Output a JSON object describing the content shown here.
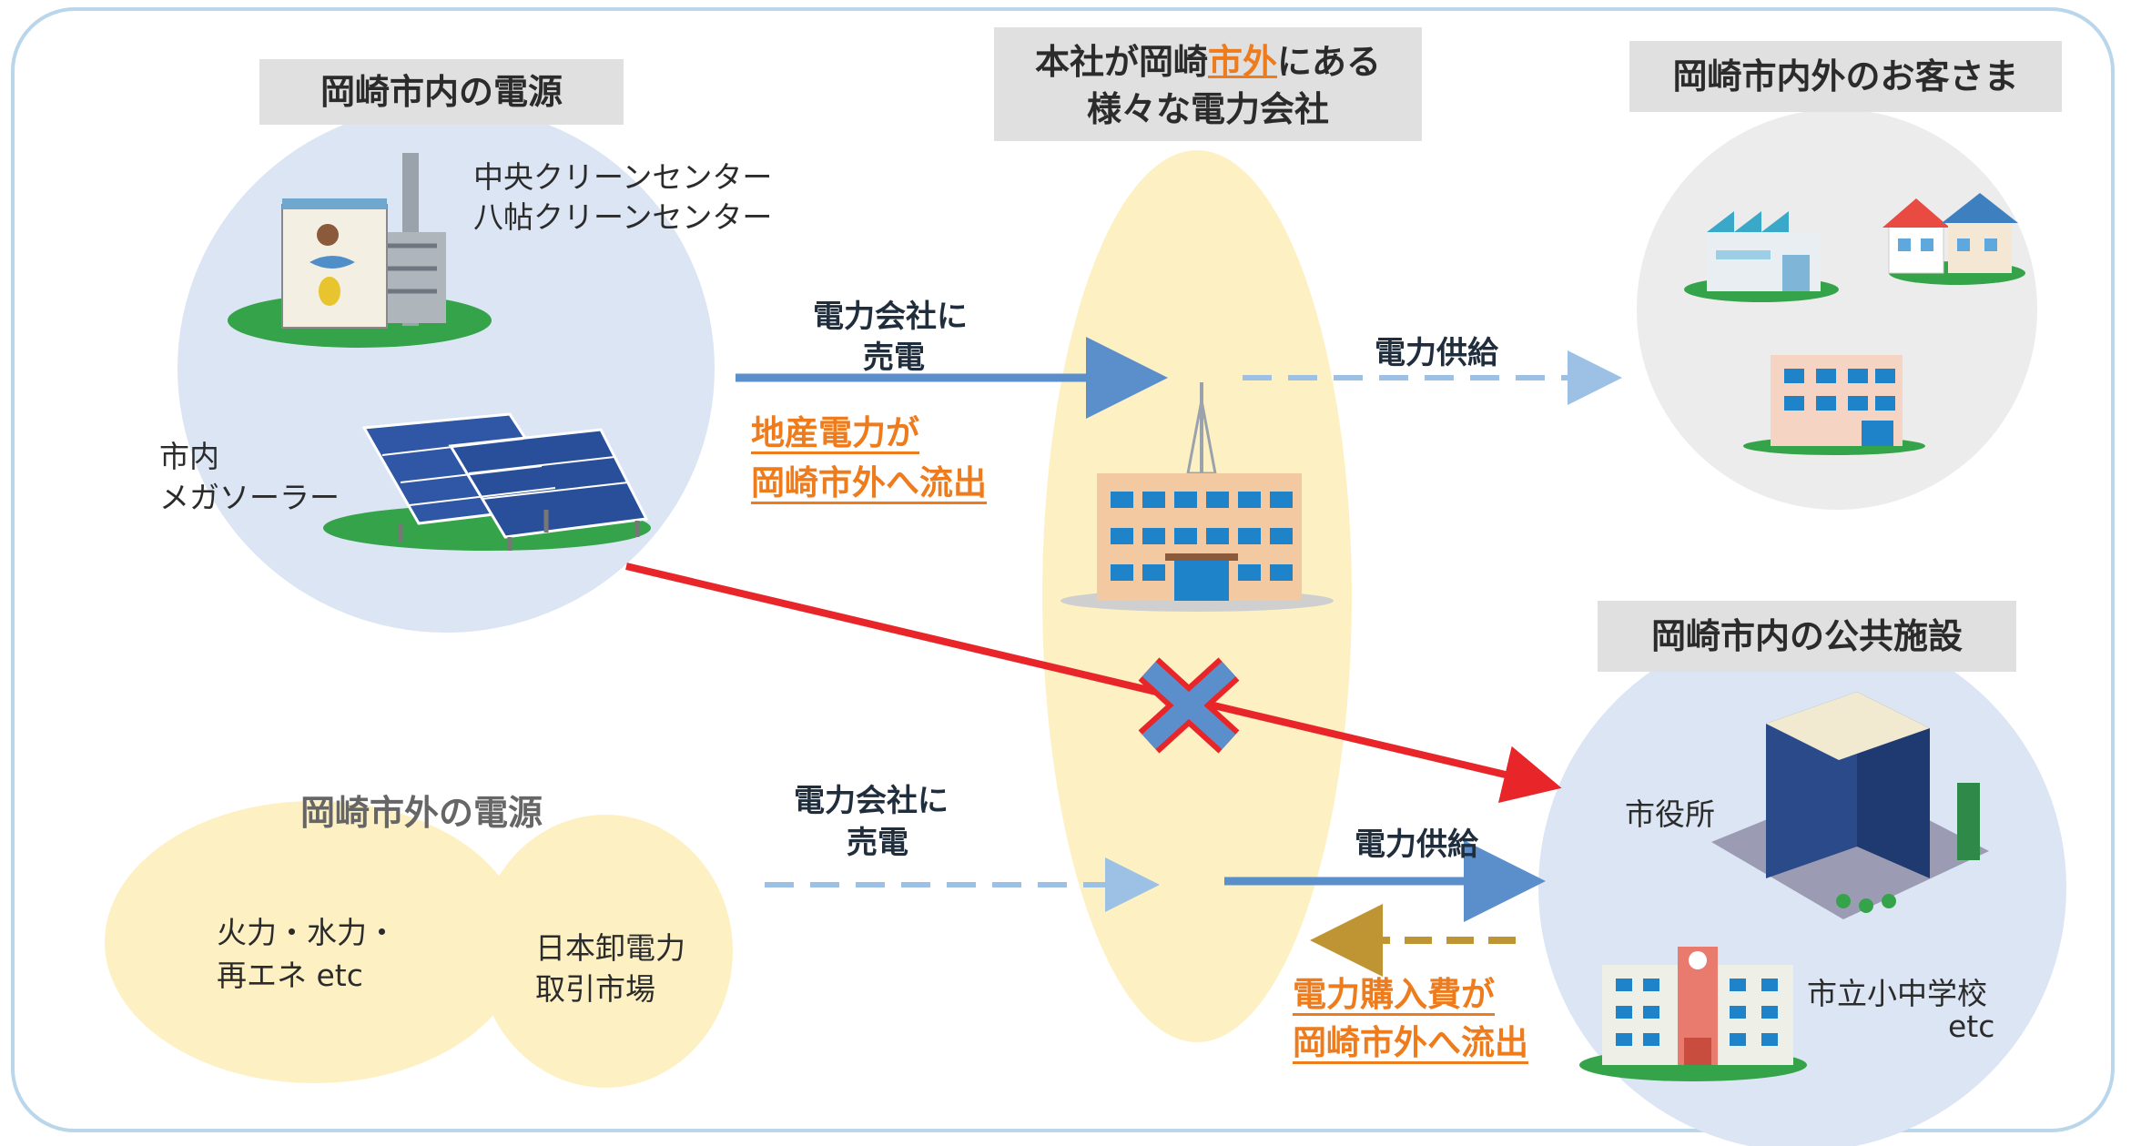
{
  "colors": {
    "frame": "#b9d6ea",
    "circle_blue": "#dbe5f3",
    "ellipse_yellow": "#fdf1c4",
    "arrow_blue": "#5b8fcb",
    "arrow_dash_blue": "#9cc1e4",
    "arrow_red": "#e8262a",
    "arrow_brown": "#bf9432",
    "highlight_orange": "#ee7b1c",
    "label_bg": "#e0e0e0"
  },
  "left_top": {
    "title": "岡崎市内の電源",
    "clean_center_1": "中央クリーンセンター",
    "clean_center_2": "八帖クリーンセンター",
    "solar_1": "市内",
    "solar_2": "メガソーラー"
  },
  "middle": {
    "title_prefix": "本社が岡崎",
    "title_highlight": "市外",
    "title_suffix": "にある",
    "title_line2": "様々な電力会社"
  },
  "right_top": {
    "title": "岡崎市内外のお客さま"
  },
  "right_bottom": {
    "title": "岡崎市内の公共施設",
    "city_hall": "市役所",
    "school": "市立小中学校",
    "school_etc": "etc"
  },
  "left_bottom": {
    "title": "岡崎市外の電源",
    "source_1": "火力・水力・",
    "source_2": "再エネ etc",
    "market_1": "日本卸電力",
    "market_2": "取引市場"
  },
  "flows": {
    "sell_top_1": "電力会社に",
    "sell_top_2": "売電",
    "outflow_top_1": "地産電力が",
    "outflow_top_2": "岡崎市外へ流出",
    "supply_top": "電力供給",
    "sell_bottom_1": "電力会社に",
    "sell_bottom_2": "売電",
    "supply_bottom": "電力供給",
    "outflow_bottom_1": "電力購入費が",
    "outflow_bottom_2": "岡崎市外へ流出"
  }
}
